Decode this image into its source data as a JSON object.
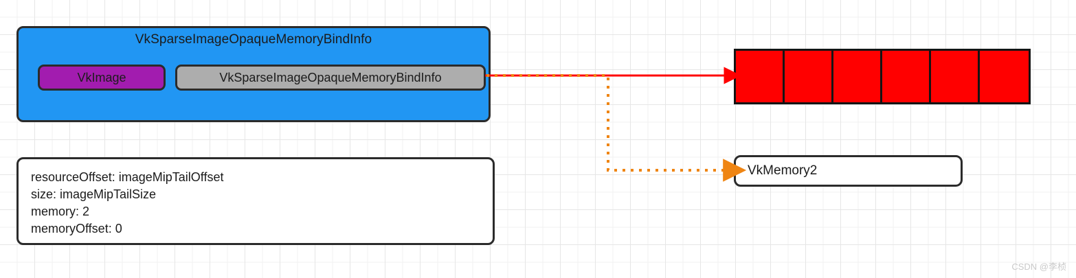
{
  "diagram": {
    "bind_info": {
      "title": "VkSparseImageOpaqueMemoryBindInfo",
      "image_chip_label": "VkImage",
      "bindinfo_chip_label": "VkSparseImageOpaqueMemoryBindInfo",
      "box_color": "#2196f3",
      "image_chip_color": "#a21caf",
      "bindinfo_chip_color": "#adadad"
    },
    "details": {
      "lines": [
        "resourceOffset: imageMipTailOffset",
        "size: imageMipTailSize",
        "memory: 2",
        "memoryOffset: 0"
      ]
    },
    "memory_blocks": {
      "count": 6,
      "cell_color": "#ff0000",
      "border_color": "#141414"
    },
    "memory_object": {
      "label": "VkMemory2"
    },
    "connectors": {
      "red_arrow_color": "#ff0000",
      "orange_dotted_color": "#ef8513"
    },
    "watermark": "CSDN @李桢"
  }
}
